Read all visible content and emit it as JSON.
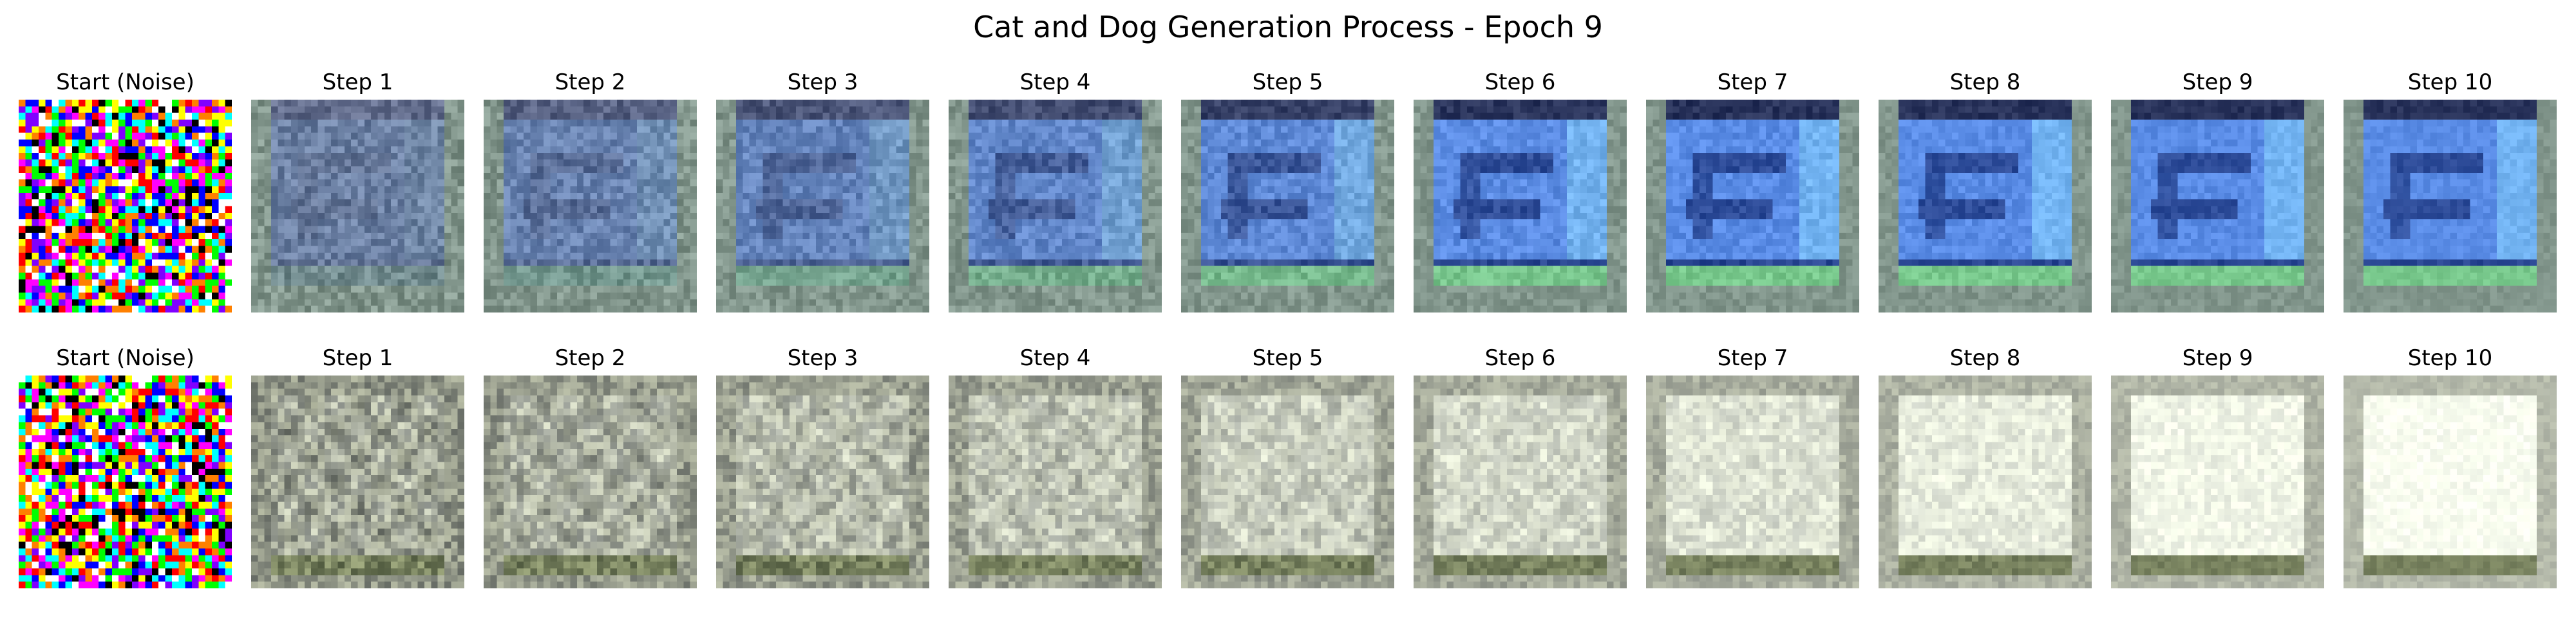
{
  "figure": {
    "title": "Cat and Dog Generation Process - Epoch 9"
  },
  "rows": [
    {
      "panels": [
        {
          "label": "Start (Noise)",
          "kind": "noise"
        },
        {
          "label": "Step 1",
          "kind": "blue-square",
          "progress": 0.1
        },
        {
          "label": "Step 2",
          "kind": "blue-square",
          "progress": 0.2
        },
        {
          "label": "Step 3",
          "kind": "blue-square",
          "progress": 0.3
        },
        {
          "label": "Step 4",
          "kind": "blue-square",
          "progress": 0.4
        },
        {
          "label": "Step 5",
          "kind": "blue-square",
          "progress": 0.5
        },
        {
          "label": "Step 6",
          "kind": "blue-square",
          "progress": 0.6
        },
        {
          "label": "Step 7",
          "kind": "blue-square",
          "progress": 0.7
        },
        {
          "label": "Step 8",
          "kind": "blue-square",
          "progress": 0.8
        },
        {
          "label": "Step 9",
          "kind": "blue-square",
          "progress": 0.9
        },
        {
          "label": "Step 10",
          "kind": "blue-square",
          "progress": 1.0
        }
      ]
    },
    {
      "panels": [
        {
          "label": "Start (Noise)",
          "kind": "noise"
        },
        {
          "label": "Step 1",
          "kind": "white-square",
          "progress": 0.1
        },
        {
          "label": "Step 2",
          "kind": "white-square",
          "progress": 0.2
        },
        {
          "label": "Step 3",
          "kind": "white-square",
          "progress": 0.3
        },
        {
          "label": "Step 4",
          "kind": "white-square",
          "progress": 0.4
        },
        {
          "label": "Step 5",
          "kind": "white-square",
          "progress": 0.5
        },
        {
          "label": "Step 6",
          "kind": "white-square",
          "progress": 0.6
        },
        {
          "label": "Step 7",
          "kind": "white-square",
          "progress": 0.7
        },
        {
          "label": "Step 8",
          "kind": "white-square",
          "progress": 0.8
        },
        {
          "label": "Step 9",
          "kind": "white-square",
          "progress": 0.9
        },
        {
          "label": "Step 10",
          "kind": "white-square",
          "progress": 1.0
        }
      ]
    }
  ]
}
